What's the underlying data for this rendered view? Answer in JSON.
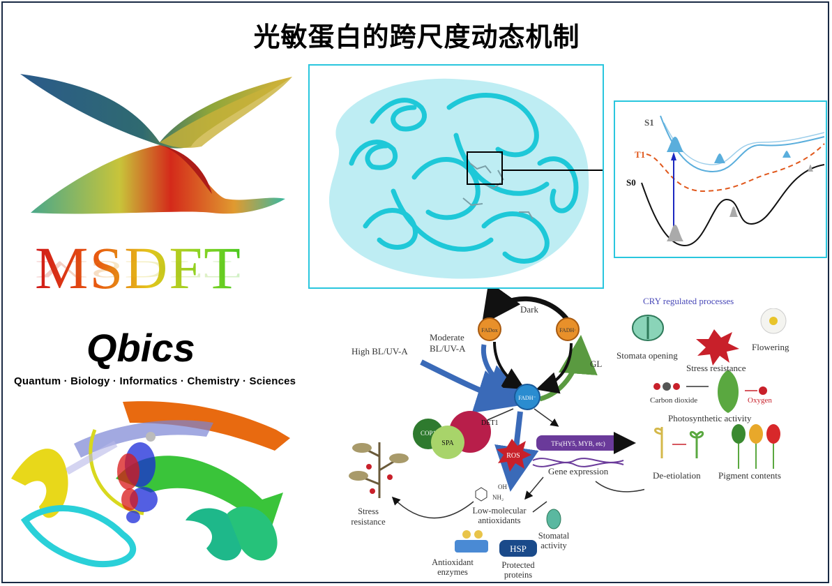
{
  "title": "光敏蛋白的跨尺度动态机制",
  "left": {
    "logo_text": "MSDFT",
    "qbics_title": "Qbics",
    "qbics_subtitle": "Quantum · Biology · Informatics · Chemistry · Sciences"
  },
  "energy": {
    "s1": "S1",
    "t1": "T1",
    "s0": "S0",
    "colors": {
      "s1": "#5aaedc",
      "t1": "#e0581c",
      "s0": "#111111"
    }
  },
  "cycle": {
    "dark": "Dark",
    "moderate": "Moderate\nBL/UV-A",
    "high": "High BL/UV-A",
    "gl": "GL",
    "fad_ox": "FADox",
    "fadh": "FADH·",
    "fadh_minus": "FADH⁻",
    "cop1": "COP1",
    "spa": "SPA",
    "det1": "DET1",
    "ros": "ROS",
    "tfs": "TFs(HY5, MYB, etc)",
    "gene_expression": "Gene expression",
    "stress_resistance_left": "Stress\nresistance",
    "low_mol": "Low-molecular\nantioxidants",
    "stomatal_activity": "Stomatal\nactivity",
    "antioxidant_enzymes": "Antioxidant\nenzymes",
    "hsp": "HSP",
    "protected_proteins": "Protected\nproteins",
    "nh2": "NH₂",
    "oh": "OH"
  },
  "processes": {
    "header": "CRY regulated processes",
    "stomata": "Stomata opening",
    "stress": "Stress resistance",
    "flowering": "Flowering",
    "co2": "Carbon dioxide",
    "oxygen": "Oxygen",
    "photosynthetic": "Photosynthetic activity",
    "deetiolation": "De-etiolation",
    "pigment": "Pigment contents"
  }
}
